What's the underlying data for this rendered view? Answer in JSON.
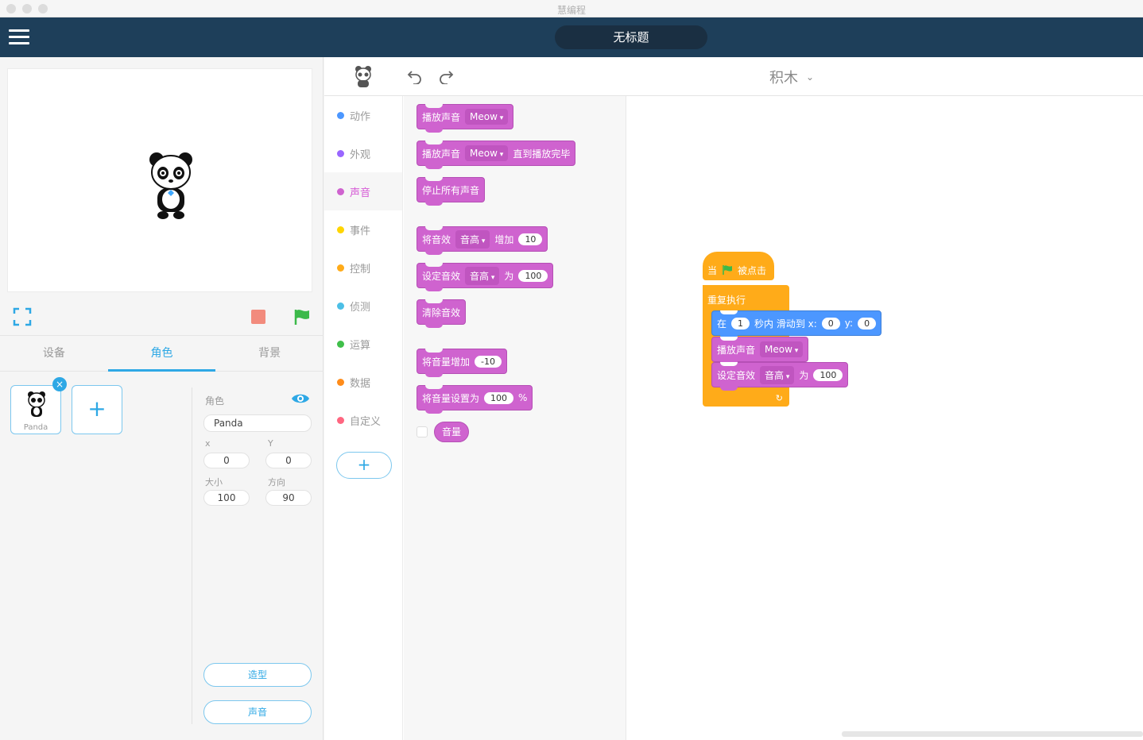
{
  "window": {
    "title": "慧编程"
  },
  "topbar": {
    "project_title": "无标题"
  },
  "stage": {
    "sprite": "panda",
    "controls": {
      "fullscreen": "fullscreen-icon",
      "stop": "stop-icon",
      "go": "green-flag-icon"
    }
  },
  "left_tabs": [
    {
      "label": "设备",
      "active": false
    },
    {
      "label": "角色",
      "active": true
    },
    {
      "label": "背景",
      "active": false
    }
  ],
  "sprites": [
    {
      "name": "Panda",
      "selected": true
    }
  ],
  "add_sprite_label": "+",
  "sprite_props": {
    "section_label": "角色",
    "name_value": "Panda",
    "x_label": "x",
    "x_value": "0",
    "y_label": "Y",
    "y_value": "0",
    "size_label": "大小",
    "size_value": "100",
    "direction_label": "方向",
    "direction_value": "90",
    "costume_button": "造型",
    "sound_button": "声音"
  },
  "editor_toolbar": {
    "mode": "积木"
  },
  "categories": [
    {
      "label": "动作",
      "color": "#4c97ff",
      "active": false
    },
    {
      "label": "外观",
      "color": "#9966ff",
      "active": false
    },
    {
      "label": "声音",
      "color": "#cf63cf",
      "active": true
    },
    {
      "label": "事件",
      "color": "#ffd500",
      "active": false
    },
    {
      "label": "控制",
      "color": "#ffab19",
      "active": false
    },
    {
      "label": "侦测",
      "color": "#4cbfe6",
      "active": false
    },
    {
      "label": "运算",
      "color": "#40bf4a",
      "active": false
    },
    {
      "label": "数据",
      "color": "#ff8c1a",
      "active": false
    },
    {
      "label": "自定义",
      "color": "#ff6680",
      "active": false
    }
  ],
  "add_extension_label": "+",
  "palette": {
    "play_sound": {
      "text": "播放声音",
      "sound": "Meow"
    },
    "play_until_done": {
      "text": "播放声音",
      "sound": "Meow",
      "suffix": "直到播放完毕"
    },
    "stop_all": {
      "text": "停止所有声音"
    },
    "change_effect": {
      "text": "将音效",
      "effect": "音高",
      "mid": "增加",
      "value": "10"
    },
    "set_effect": {
      "text": "设定音效",
      "effect": "音高",
      "mid": "为",
      "value": "100"
    },
    "clear_effects": {
      "text": "清除音效"
    },
    "change_volume": {
      "text": "将音量增加",
      "value": "-10"
    },
    "set_volume": {
      "text": "将音量设置为",
      "value": "100",
      "suffix": "%"
    },
    "volume_reporter": {
      "text": "音量"
    }
  },
  "script": {
    "hat": {
      "prefix": "当",
      "suffix": "被点击"
    },
    "forever": {
      "label": "重复执行",
      "arrow": "↻"
    },
    "glide": {
      "prefix": "在",
      "secs": "1",
      "mid": "秒内 滑动到 x:",
      "x": "0",
      "ylabel": "y:",
      "y": "0"
    },
    "play_sound": {
      "text": "播放声音",
      "sound": "Meow"
    },
    "set_effect": {
      "text": "设定音效",
      "effect": "音高",
      "mid": "为",
      "value": "100"
    }
  }
}
